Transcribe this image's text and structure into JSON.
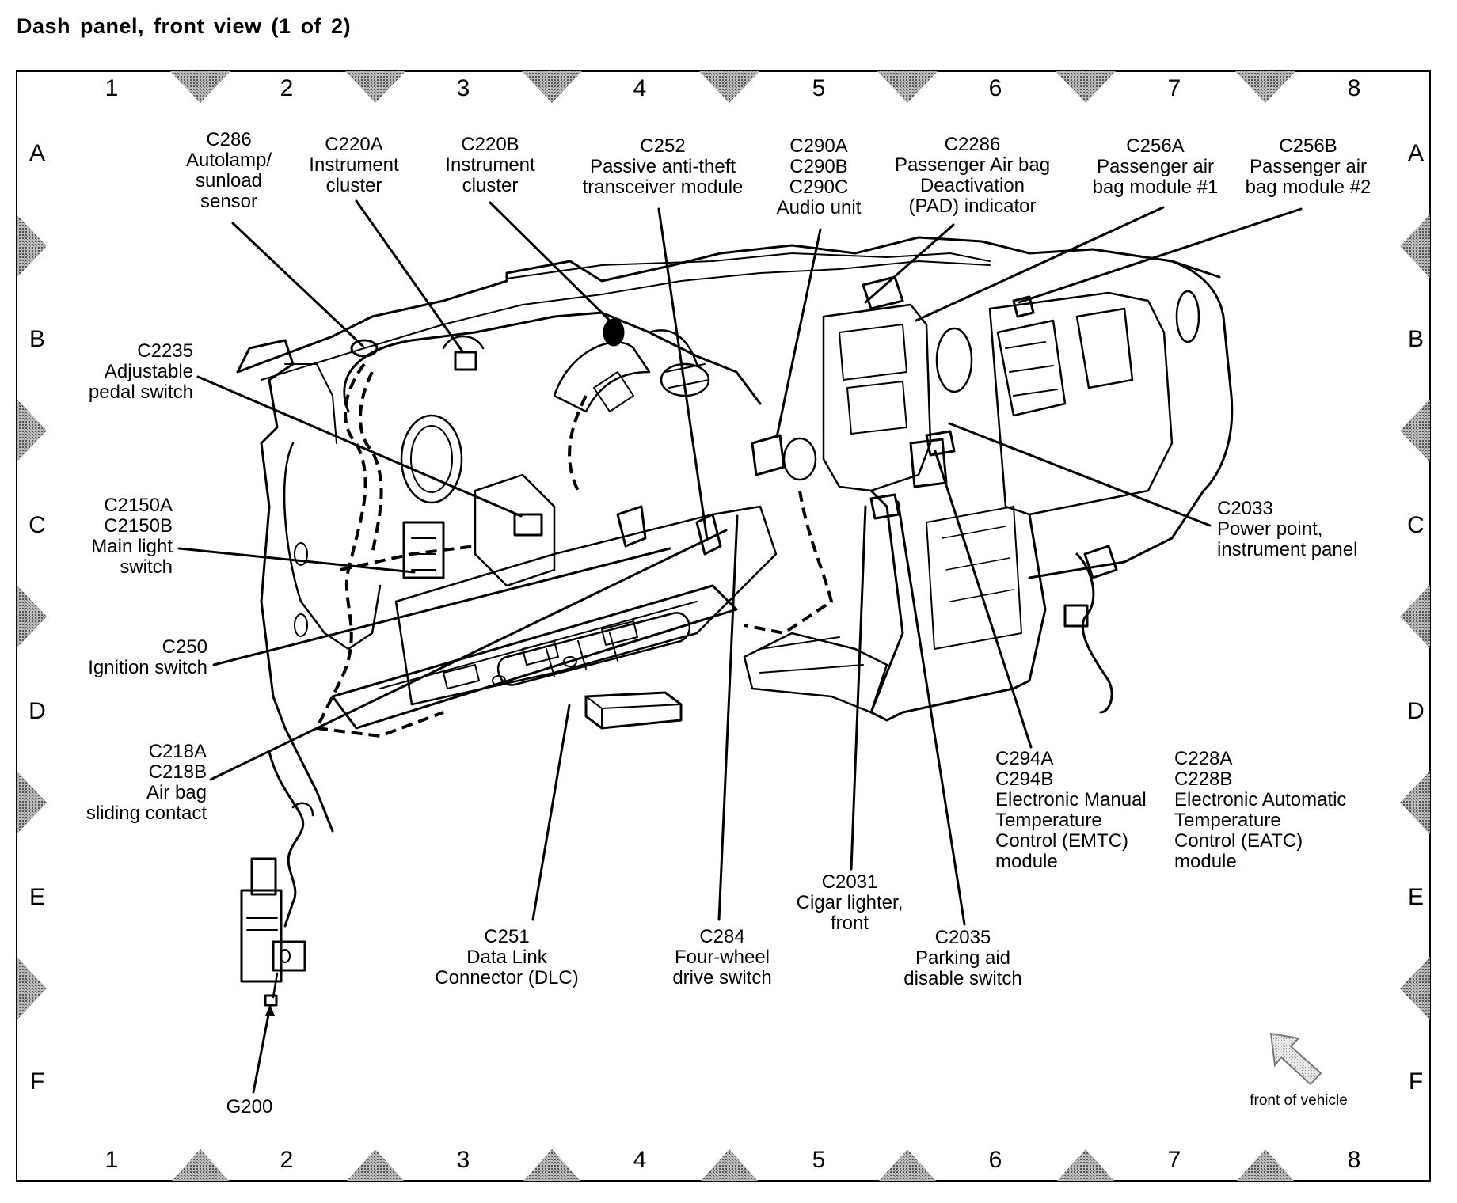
{
  "title": "Dash panel, front view (1 of 2)",
  "grid": {
    "columns": [
      "1",
      "2",
      "3",
      "4",
      "5",
      "6",
      "7",
      "8"
    ],
    "rows": [
      "A",
      "B",
      "C",
      "D",
      "E",
      "F"
    ]
  },
  "labels": {
    "c286": {
      "id": "C286",
      "lines": [
        "Autolamp/",
        "sunload",
        "sensor"
      ]
    },
    "c220a": {
      "id": "C220A",
      "lines": [
        "Instrument",
        "cluster"
      ]
    },
    "c220b": {
      "id": "C220B",
      "lines": [
        "Instrument",
        "cluster"
      ]
    },
    "c252": {
      "id": "C252",
      "lines": [
        "Passive anti-theft",
        "transceiver module"
      ]
    },
    "c290": {
      "id": "C290A",
      "lines": [
        "C290B",
        "C290C",
        "Audio unit"
      ]
    },
    "c2286": {
      "id": "C2286",
      "lines": [
        "Passenger Air bag",
        "Deactivation",
        "(PAD) indicator"
      ]
    },
    "c256a": {
      "id": "C256A",
      "lines": [
        "Passenger air",
        "bag module #1"
      ]
    },
    "c256b": {
      "id": "C256B",
      "lines": [
        "Passenger air",
        "bag module #2"
      ]
    },
    "c2235": {
      "id": "C2235",
      "lines": [
        "Adjustable",
        "pedal switch"
      ]
    },
    "c2150": {
      "id": "C2150A",
      "lines": [
        "C2150B",
        "Main light",
        "switch"
      ]
    },
    "c250": {
      "id": "C250",
      "lines": [
        "Ignition switch"
      ]
    },
    "c218": {
      "id": "C218A",
      "lines": [
        "C218B",
        "Air bag",
        "sliding contact"
      ]
    },
    "c2033": {
      "id": "C2033",
      "lines": [
        "Power point,",
        "instrument panel"
      ]
    },
    "c294": {
      "id": "C294A",
      "lines": [
        "C294B",
        "Electronic Manual",
        "Temperature",
        "Control (EMTC)",
        "module"
      ]
    },
    "c228": {
      "id": "C228A",
      "lines": [
        "C228B",
        "Electronic Automatic",
        "Temperature",
        "Control (EATC)",
        "module"
      ]
    },
    "c251": {
      "id": "C251",
      "lines": [
        "Data Link",
        "Connector (DLC)"
      ]
    },
    "c284": {
      "id": "C284",
      "lines": [
        "Four-wheel",
        "drive switch"
      ]
    },
    "c2031": {
      "id": "C2031",
      "lines": [
        "Cigar lighter,",
        "front"
      ]
    },
    "c2035": {
      "id": "C2035",
      "lines": [
        "Parking aid",
        "disable switch"
      ]
    },
    "g200": {
      "id": "G200",
      "lines": []
    }
  },
  "orientation": {
    "icon": "front-of-vehicle-arrow-icon",
    "text": "front of vehicle"
  }
}
